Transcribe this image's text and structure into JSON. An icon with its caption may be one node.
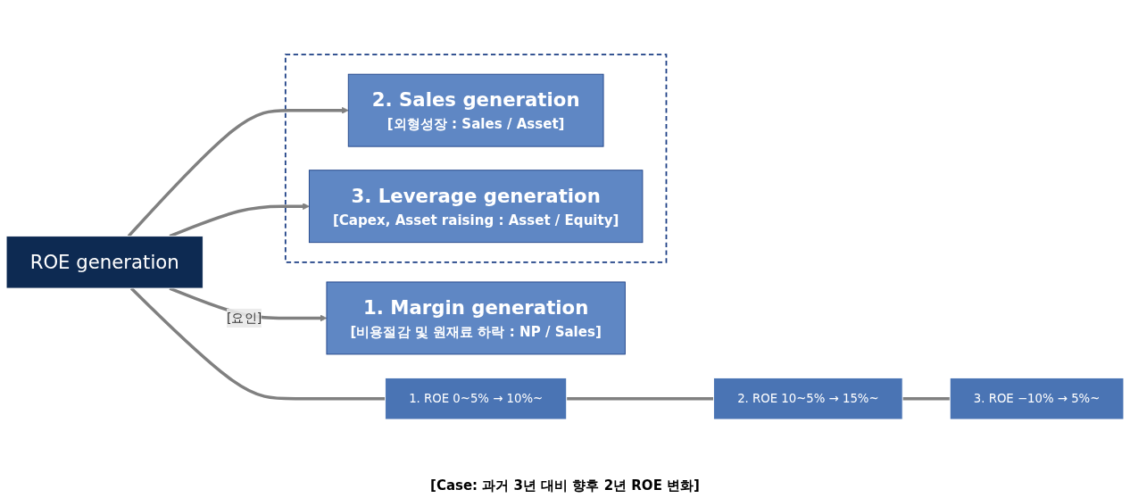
{
  "diagram": {
    "nodes": [
      {
        "text": [
          "ROE generation"
        ]
      },
      {
        "text": [
          "1. ROE 0~5% →",
          "10%~"
        ]
      },
      {
        "text": [
          "2. ROE 10~5% →",
          "15%~"
        ]
      },
      {
        "text": [
          "3. ROE −10% →",
          "5%~"
        ]
      },
      {
        "text": [
          "1. Margin generation",
          "[비용절감 및 원재료 하락 : NP / Sales]"
        ]
      },
      {
        "text": [],
        "shape": "box"
      },
      {
        "text": [
          "2. Sales generation",
          "[외형성장 : Sales / Asset]"
        ],
        "in": 5
      },
      {
        "text": [
          "3. Leverage generation",
          "[Capex, Asset raising : Asset / Equity]"
        ],
        "in": 5
      }
    ],
    "edges": [
      {
        "from": 0,
        "to": 1,
        "arrow": "none"
      },
      {
        "from": 1,
        "to": 2,
        "arrow": "none"
      },
      {
        "from": 2,
        "to": 3,
        "arrow": "none"
      },
      {
        "from": 0,
        "to": 4,
        "arrow": "to",
        "label": "[요인]"
      },
      {
        "from": 0,
        "to": 6,
        "arrow": "to"
      },
      {
        "from": 0,
        "to": 7,
        "arrow": "to"
      }
    ],
    "labels": [
      "[Case: 과거 3년 대비 향후 2년 ROE 변화]"
    ]
  }
}
